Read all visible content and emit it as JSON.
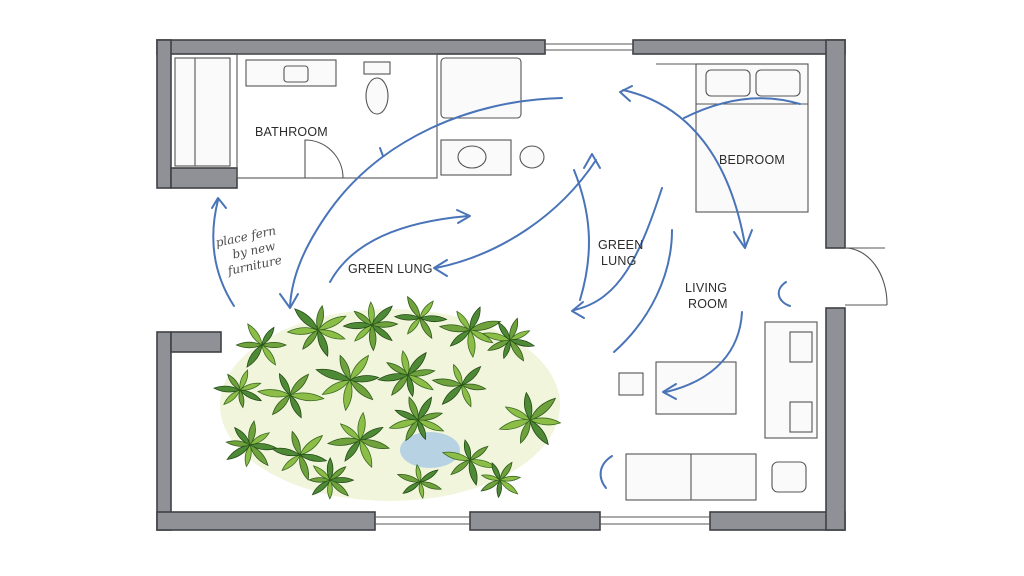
{
  "labels": {
    "bathroom": "BATHROOM",
    "bedroom": "BEDROOM",
    "green_lung_1": "GREEN LUNG",
    "green_lung_2_line1": "GREEN",
    "green_lung_2_line2": "LUNG",
    "living_line1": "LIVING",
    "living_line2": "ROOM"
  },
  "note": {
    "line1": "place fern",
    "line2": "by new",
    "line3": "furniture"
  },
  "colors": {
    "wall": "#8f9196",
    "flow_arrow": "#4a74b8",
    "plant_green": "#6fa13c"
  }
}
